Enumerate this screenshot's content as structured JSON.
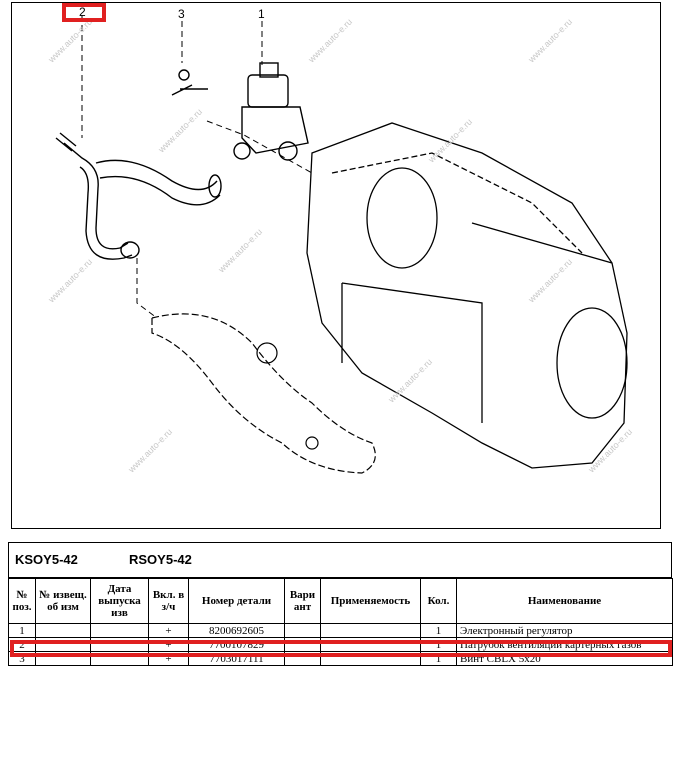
{
  "diagram": {
    "callouts": {
      "c1": "1",
      "c2": "2",
      "c3": "3"
    }
  },
  "catalog": {
    "code_left": "KSOY5-42",
    "code_right": "RSOY5-42"
  },
  "table": {
    "headers": [
      "№ поз.",
      "№ извещ. об изм",
      "Дата выпуска изв",
      "Вкл. в з/ч",
      "Номер детали",
      "Вари ант",
      "Применяемость",
      "Кол.",
      "Наименование"
    ],
    "rows": [
      [
        "1",
        "",
        "",
        "+",
        "8200692605",
        "",
        "",
        "1",
        "Электронный регулятор"
      ],
      [
        "2",
        "",
        "",
        "+",
        "7700107829",
        "",
        "",
        "1",
        "Патрубок вентиляции картерных газов"
      ],
      [
        "3",
        "",
        "",
        "+",
        "7703017111",
        "",
        "",
        "1",
        "Винт CBLX 5x20"
      ]
    ]
  },
  "colors": {
    "highlight": "#e02020"
  }
}
